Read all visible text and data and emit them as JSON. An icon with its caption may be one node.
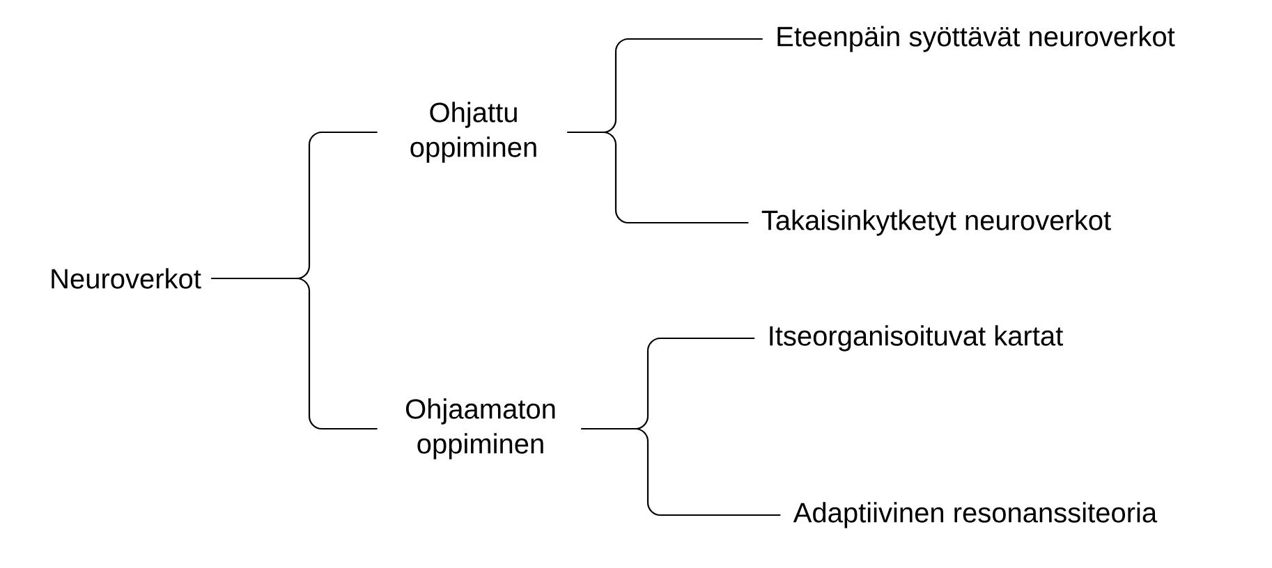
{
  "diagram": {
    "nodes": [
      {
        "text": [
          "Neuroverkot"
        ]
      },
      {
        "text": [
          "Ohjattu oppiminen"
        ]
      },
      {
        "text": [
          "Ohjaamaton oppiminen"
        ]
      },
      {
        "text": [
          "Eteenpäin syöttävät neuroverkot"
        ]
      },
      {
        "text": [
          "Takaisinkytketyt neuroverkot"
        ]
      },
      {
        "text": [
          "Itseorganisoituvat kartat"
        ]
      },
      {
        "text": [
          "Adaptiivinen resonanssiteoria"
        ]
      }
    ],
    "edges": [
      {
        "from": 0,
        "to": 1,
        "arrow": "none"
      },
      {
        "from": 0,
        "to": 2,
        "arrow": "none"
      },
      {
        "from": 1,
        "to": 3,
        "arrow": "none"
      },
      {
        "from": 1,
        "to": 4,
        "arrow": "none"
      },
      {
        "from": 2,
        "to": 5,
        "arrow": "none"
      },
      {
        "from": 2,
        "to": 6,
        "arrow": "none"
      }
    ]
  }
}
